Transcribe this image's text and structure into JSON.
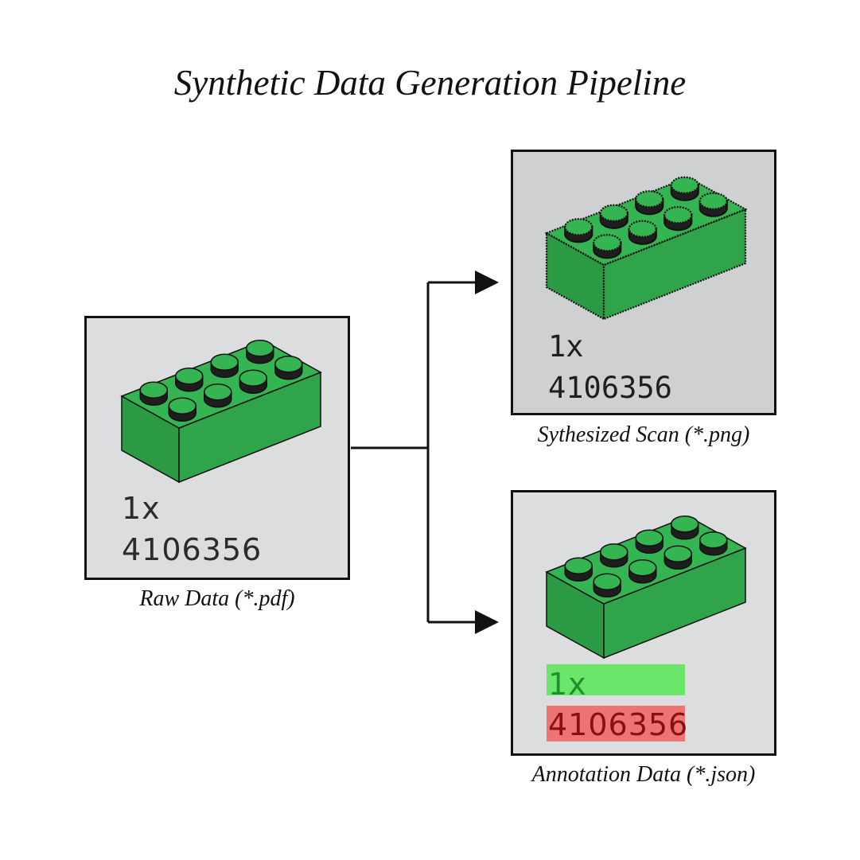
{
  "title": "Synthetic Data Generation Pipeline",
  "raw": {
    "caption": "Raw Data (*.pdf)",
    "quantity": "1x",
    "part_id": "4106356"
  },
  "scan": {
    "caption": "Sythesized Scan (*.png)",
    "quantity": "1x",
    "part_id": "4106356"
  },
  "annotation": {
    "caption": "Annotation Data (*.json)",
    "quantity": "1x",
    "part_id": "4106356"
  },
  "colors": {
    "brick_top": "#35b552",
    "brick_front": "#2fa44a",
    "brick_side": "#2b9a45",
    "quantity_highlight": "#6be66b",
    "part_id_highlight": "#ee7373",
    "quantity_text_annot": "#1f8f2f",
    "part_id_text_annot": "#8a1010"
  }
}
